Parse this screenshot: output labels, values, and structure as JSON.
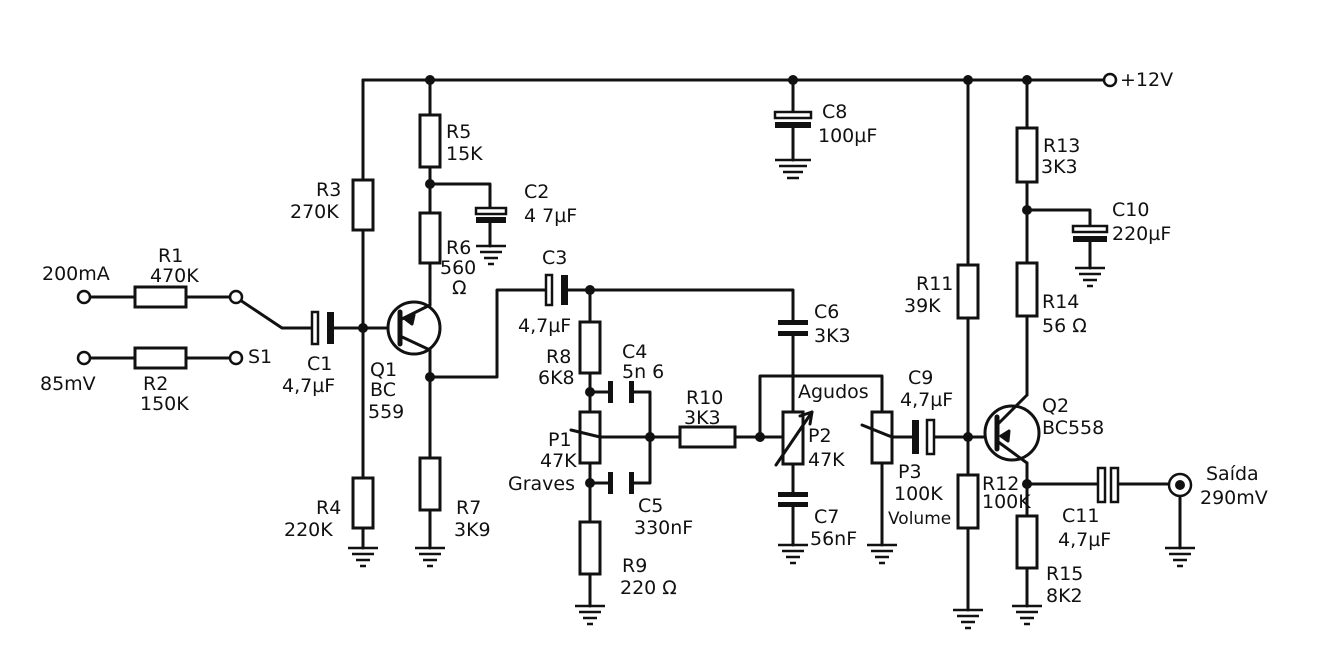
{
  "supply": {
    "label": "+12V"
  },
  "inputs": {
    "in1_label": "200mA",
    "in2_label": "85mV",
    "switch_label": "S1"
  },
  "components": {
    "R1": {
      "ref": "R1",
      "value": "470K"
    },
    "R2": {
      "ref": "R2",
      "value": "150K"
    },
    "R3": {
      "ref": "R3",
      "value": "270K"
    },
    "R4": {
      "ref": "R4",
      "value": "220K"
    },
    "R5": {
      "ref": "R5",
      "value": "15K"
    },
    "R6": {
      "ref": "R6",
      "value": "560",
      "unit": "Ω"
    },
    "R7": {
      "ref": "R7",
      "value": "3K9"
    },
    "R8": {
      "ref": "R8",
      "value": "6K8"
    },
    "R9": {
      "ref": "R9",
      "value": "220 Ω"
    },
    "R10": {
      "ref": "R10",
      "value": "3K3"
    },
    "R11": {
      "ref": "R11",
      "value": "39K"
    },
    "R12": {
      "ref": "R12",
      "value": "100K"
    },
    "R13": {
      "ref": "R13",
      "value": "3K3"
    },
    "R14": {
      "ref": "R14",
      "value": "56 Ω"
    },
    "R15": {
      "ref": "R15",
      "value": "8K2"
    },
    "C1": {
      "ref": "C1",
      "value": "4,7µF"
    },
    "C2": {
      "ref": "C2",
      "value": "4 7µF"
    },
    "C3": {
      "ref": "C3",
      "value": "4,7µF"
    },
    "C4": {
      "ref": "C4",
      "value": "5n 6"
    },
    "C5": {
      "ref": "C5",
      "value": "330nF"
    },
    "C6": {
      "ref": "C6",
      "value": "3K3"
    },
    "C7": {
      "ref": "C7",
      "value": "56nF"
    },
    "C8": {
      "ref": "C8",
      "value": "100µF"
    },
    "C9": {
      "ref": "C9",
      "value": "4,7µF"
    },
    "C10": {
      "ref": "C10",
      "value": "220µF"
    },
    "C11": {
      "ref": "C11",
      "value": "4,7µF"
    },
    "P1": {
      "ref": "P1",
      "value": "47K",
      "name": "Graves"
    },
    "P2": {
      "ref": "P2",
      "value": "47K",
      "name": "Agudos"
    },
    "P3": {
      "ref": "P3",
      "value": "100K",
      "name": "Volume"
    },
    "Q1": {
      "ref": "Q1",
      "type_line1": "BC",
      "type_line2": "559"
    },
    "Q2": {
      "ref": "Q2",
      "type": "BC558"
    }
  },
  "output": {
    "label": "Saída",
    "level": "290mV"
  }
}
